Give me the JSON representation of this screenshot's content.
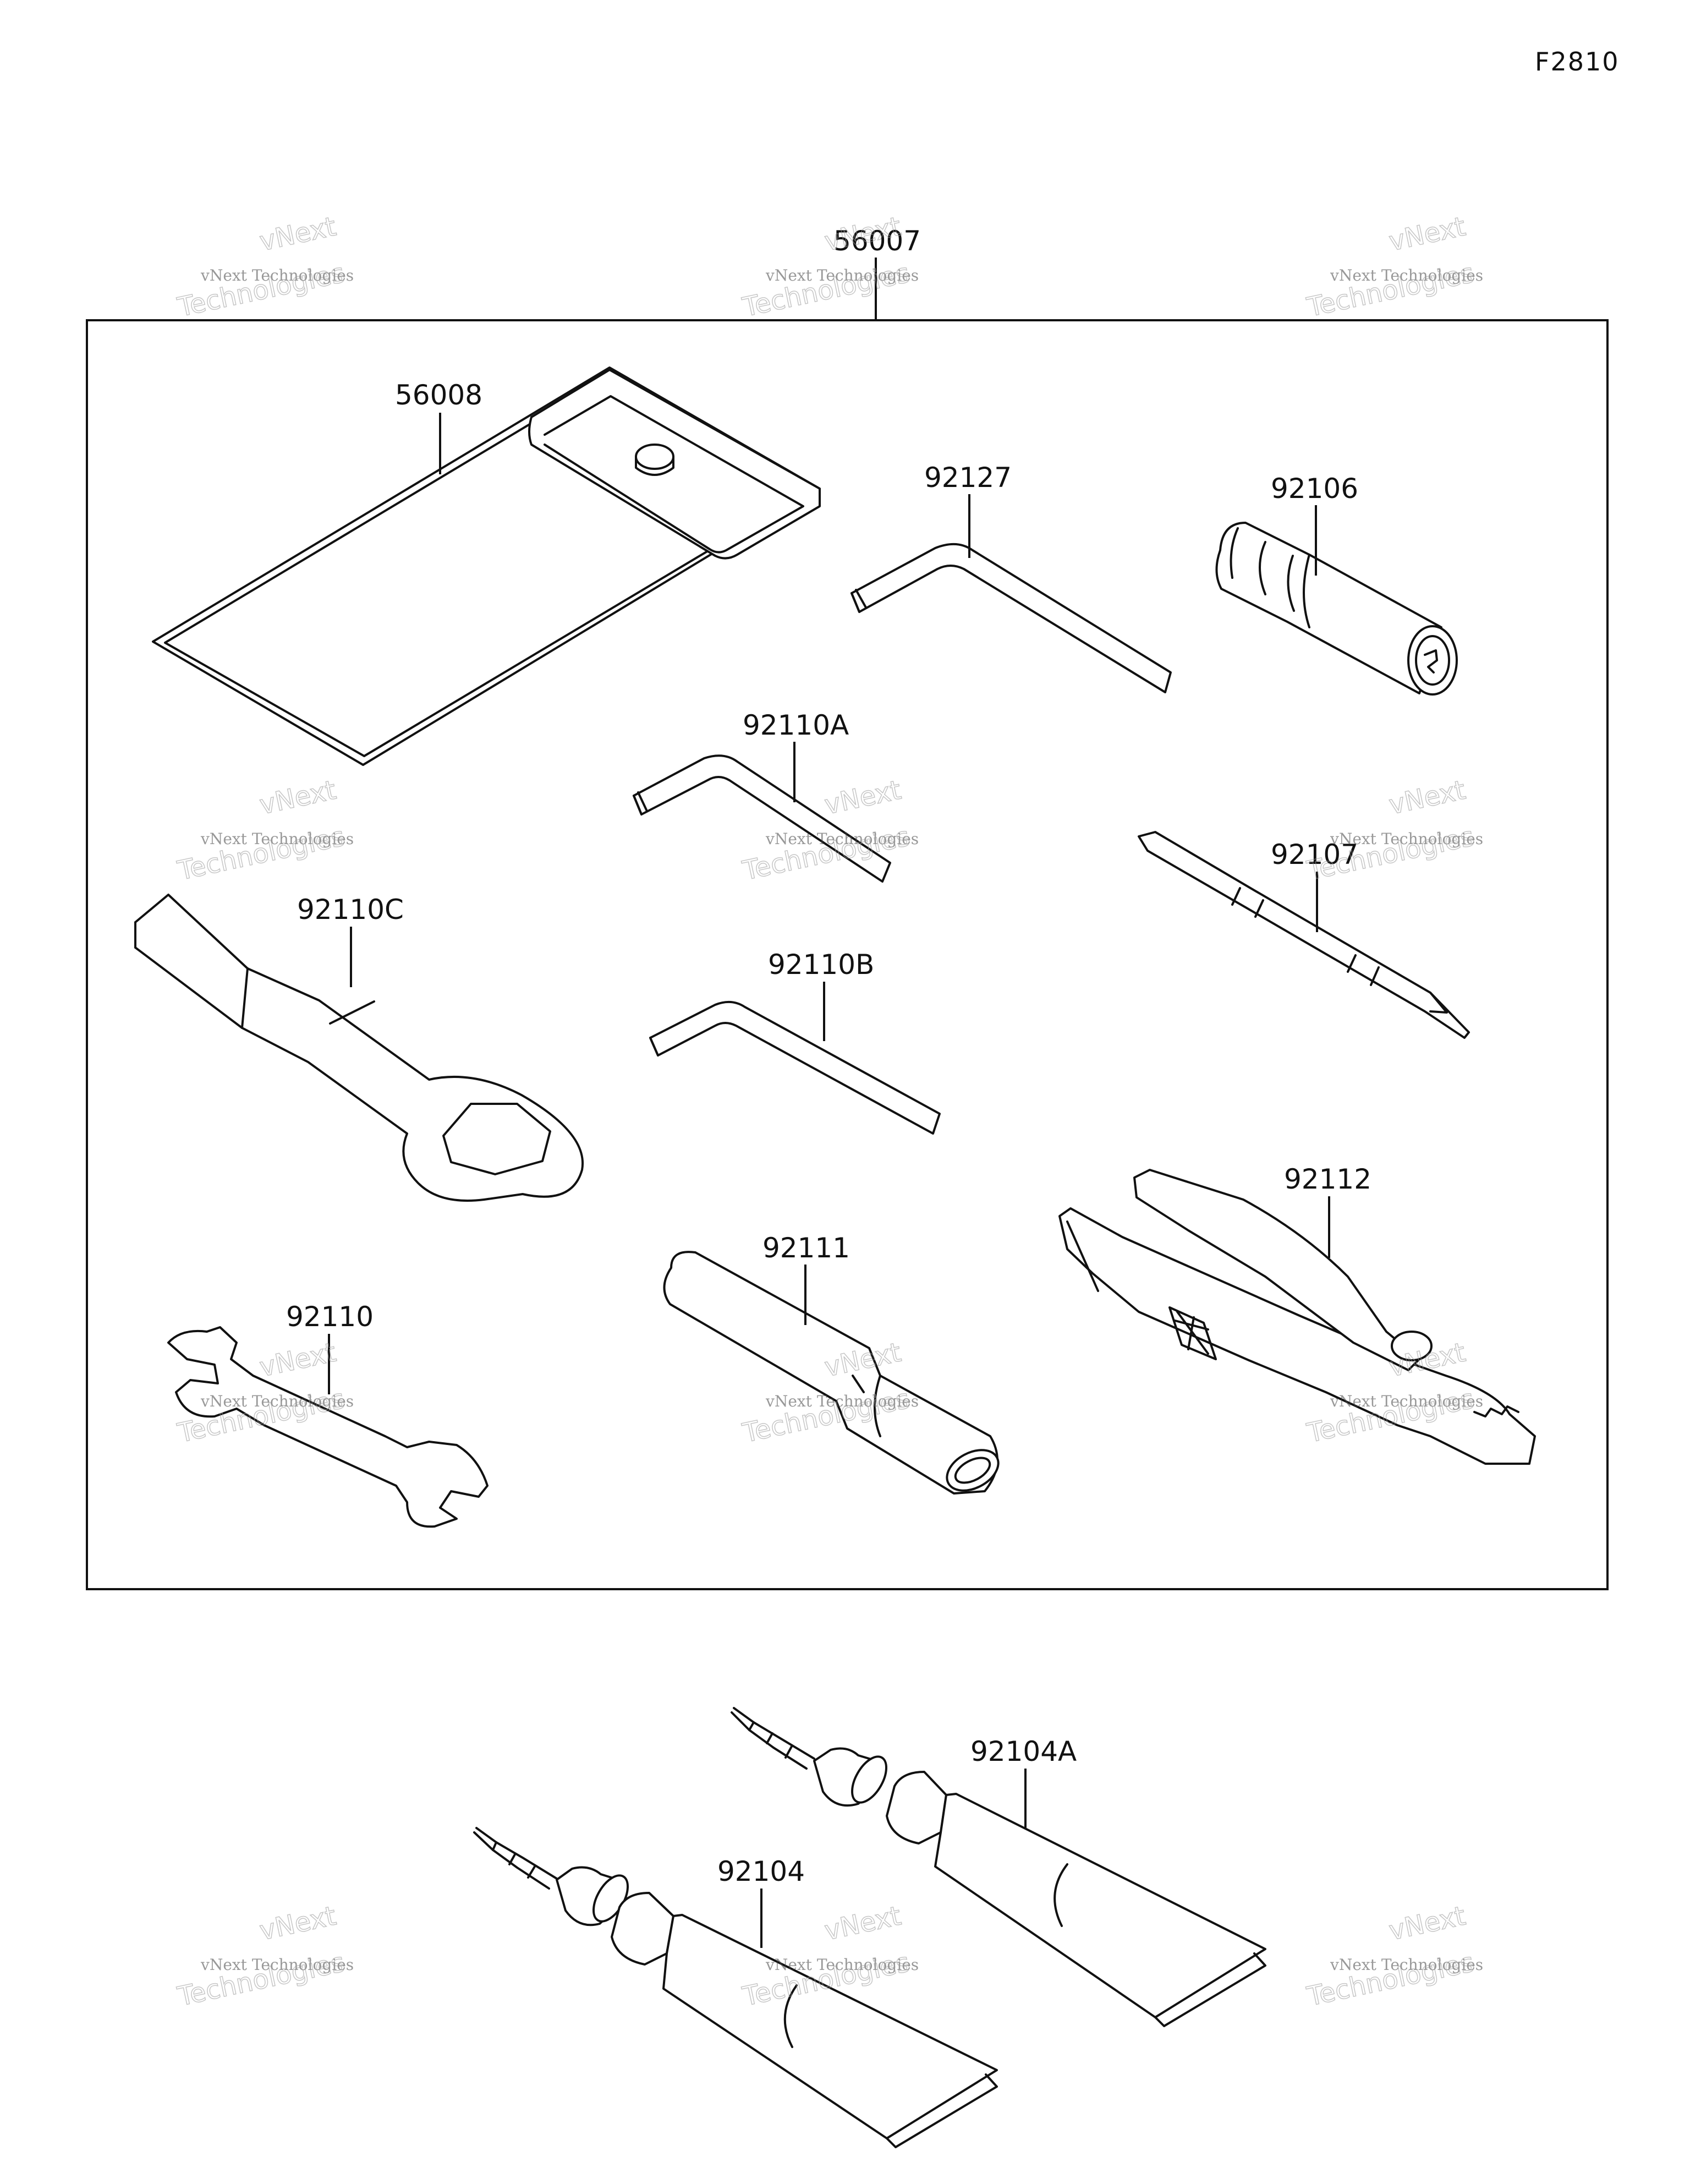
{
  "figure_id": "F2810",
  "assembly_label": "56007",
  "parts": [
    {
      "key": "p56008",
      "label": "56008",
      "description": "tool bag"
    },
    {
      "key": "p92127",
      "label": "92127",
      "description": "hex wrench"
    },
    {
      "key": "p92106",
      "label": "92106",
      "description": "screwdriver handle"
    },
    {
      "key": "p92110A",
      "label": "92110A",
      "description": "hex wrench"
    },
    {
      "key": "p92107",
      "label": "92107",
      "description": "screwdriver bit"
    },
    {
      "key": "p92110C",
      "label": "92110C",
      "description": "ring wrench"
    },
    {
      "key": "p92110B",
      "label": "92110B",
      "description": "hex wrench"
    },
    {
      "key": "p92112",
      "label": "92112",
      "description": "pliers"
    },
    {
      "key": "p92111",
      "label": "92111",
      "description": "extension bar"
    },
    {
      "key": "p92110",
      "label": "92110",
      "description": "open-end wrench"
    },
    {
      "key": "p92104A",
      "label": "92104A",
      "description": "tube"
    },
    {
      "key": "p92104",
      "label": "92104",
      "description": "tube"
    }
  ],
  "watermark": {
    "line1": "vNext Technologies",
    "line2": "vNext",
    "line3": "Technologies"
  }
}
